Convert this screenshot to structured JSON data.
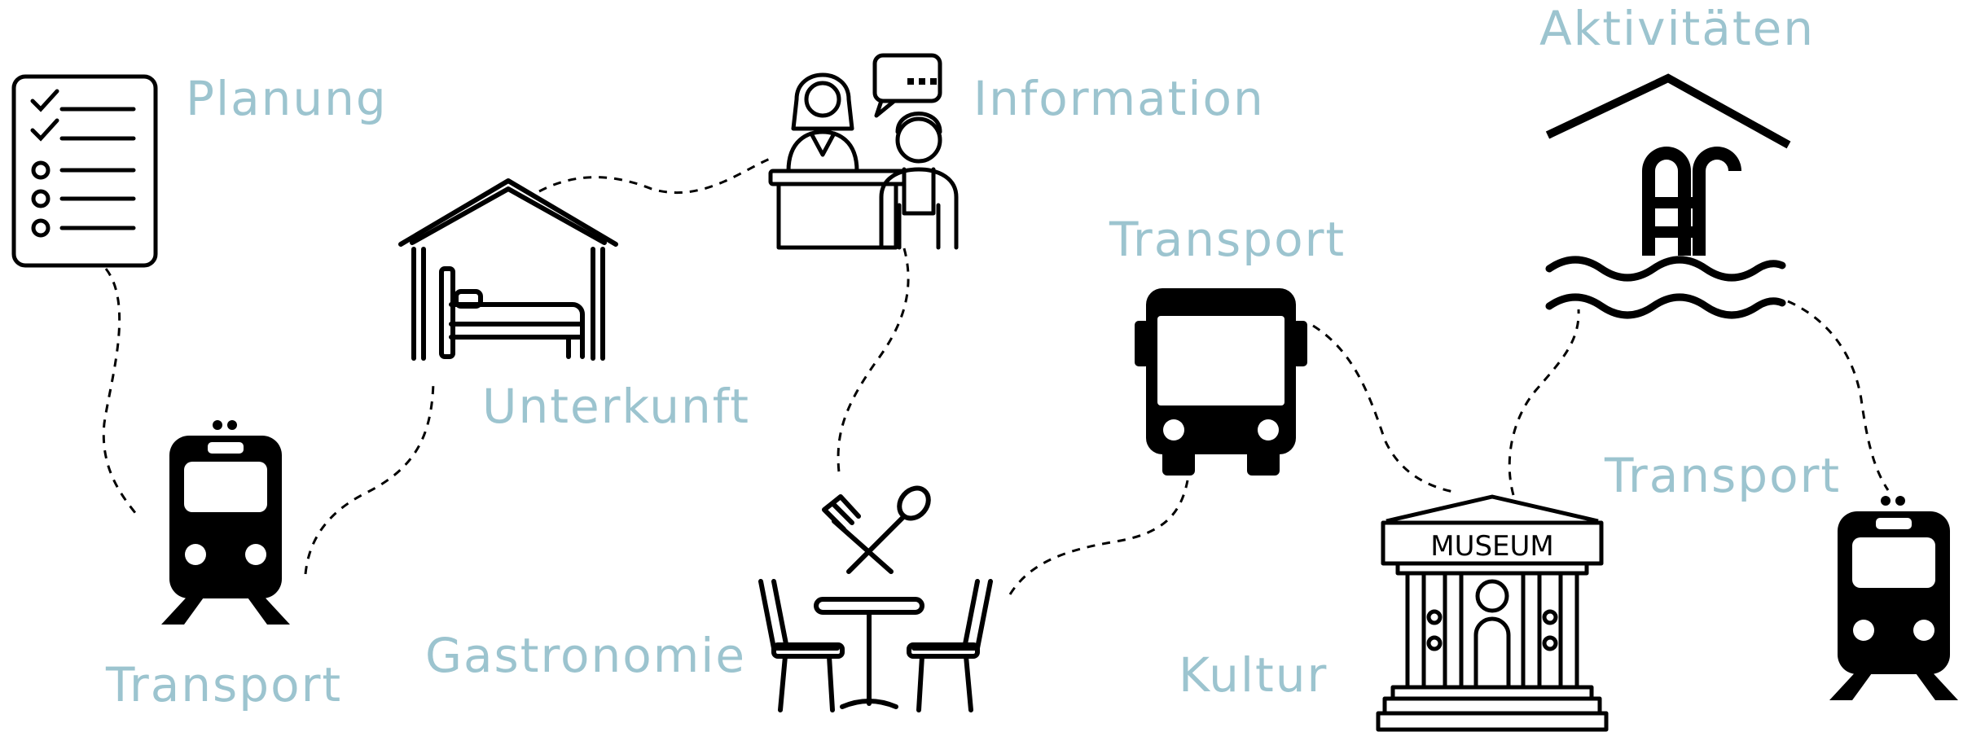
{
  "colors": {
    "label": "#9cc4cf",
    "icon": "#000000",
    "path": "#000000",
    "background": "#ffffff"
  },
  "steps": [
    {
      "label": "Planung",
      "icon": "checklist-icon"
    },
    {
      "label": "Transport",
      "icon": "train-icon"
    },
    {
      "label": "Unterkunft",
      "icon": "accommodation-bed-icon"
    },
    {
      "label": "Information",
      "icon": "information-desk-icon"
    },
    {
      "label": "Gastronomie",
      "icon": "restaurant-table-icon"
    },
    {
      "label": "Transport",
      "icon": "bus-icon"
    },
    {
      "label": "Kultur",
      "icon": "museum-icon"
    },
    {
      "label": "Aktivitäten",
      "icon": "swimming-pool-icon"
    },
    {
      "label": "Transport",
      "icon": "train-icon"
    }
  ],
  "museum_sign": "MUSEUM"
}
